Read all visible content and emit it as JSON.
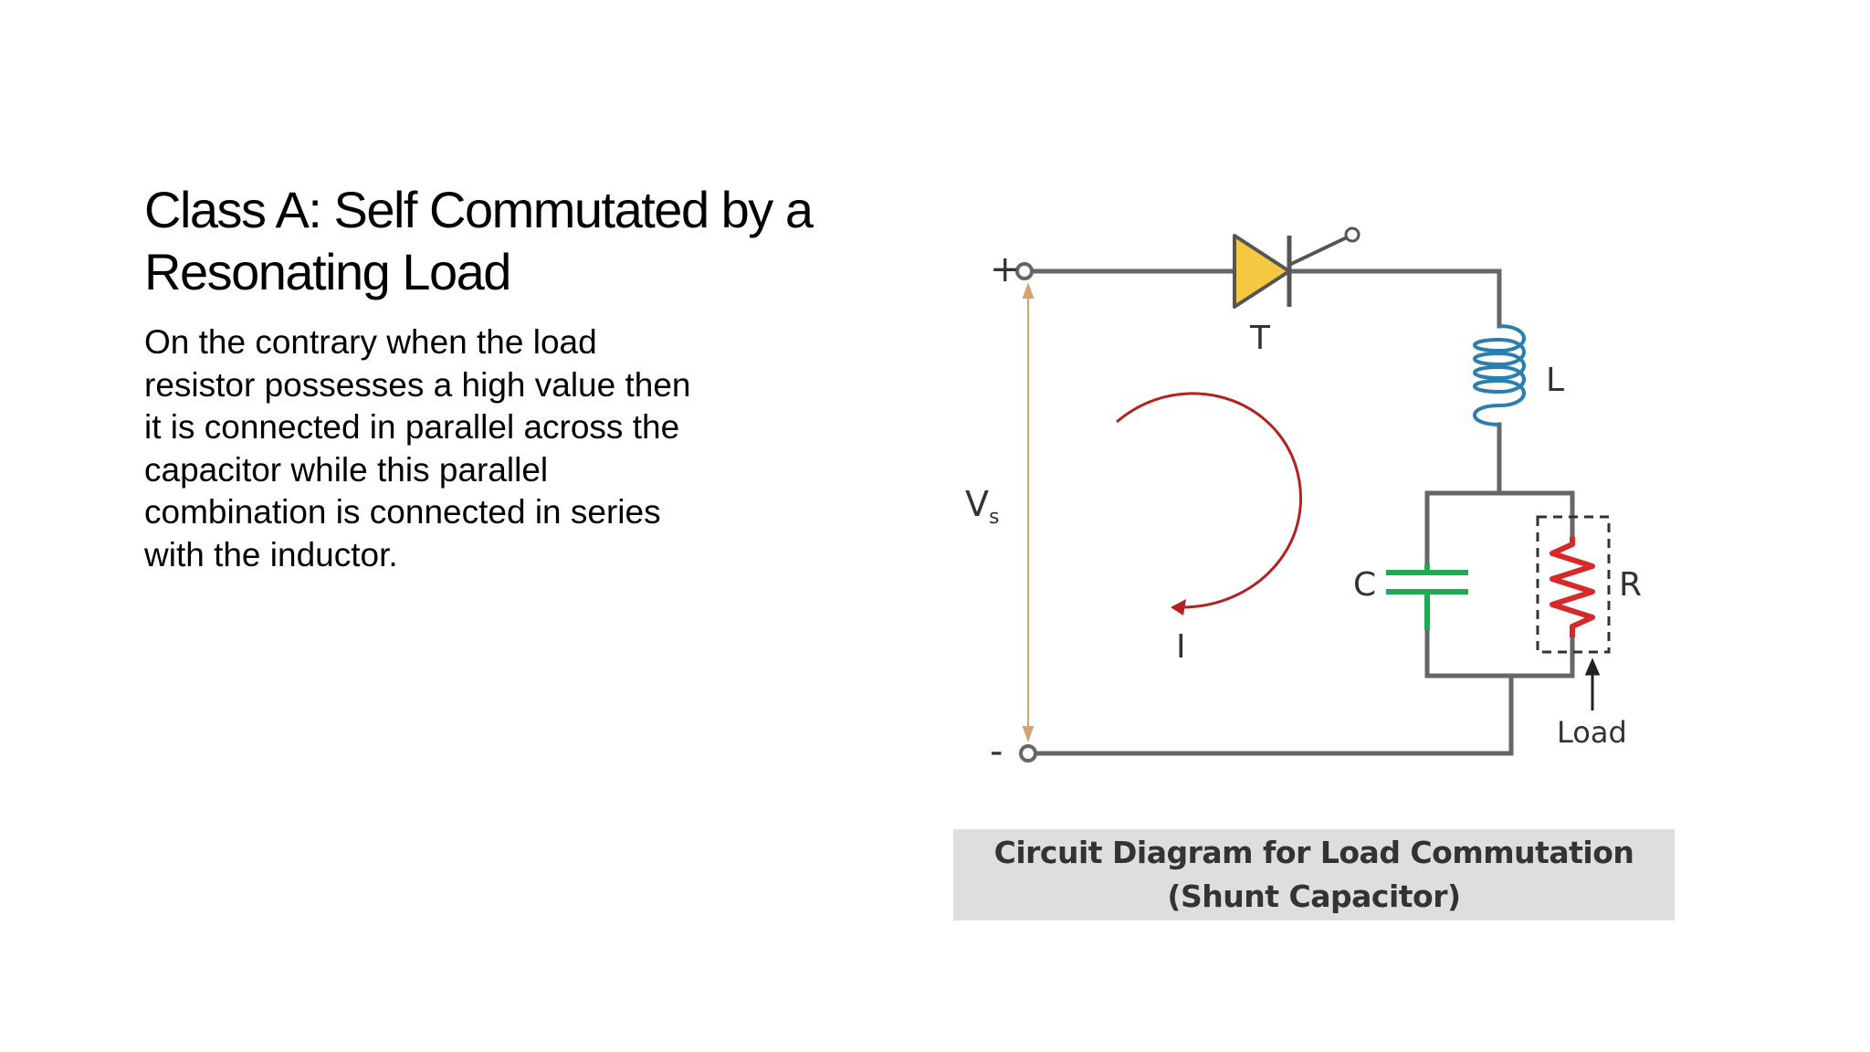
{
  "slide": {
    "title_line1": "Class A: Self Commutated by a",
    "title_line2": "Resonating Load",
    "body_lines": [
      "On the contrary when the load",
      "resistor possesses a high value then",
      "it is connected in parallel across the",
      "capacitor while this parallel",
      "combination is connected in series",
      "with the inductor."
    ]
  },
  "diagram": {
    "labels": {
      "plus": "+",
      "minus": "-",
      "thyristor": "T",
      "inductor": "L",
      "capacitor": "C",
      "resistor": "R",
      "current": "I",
      "source_main": "V",
      "source_sub": "s",
      "load": "Load"
    },
    "caption_line1": "Circuit Diagram for Load Commutation",
    "caption_line2": "(Shunt Capacitor)",
    "colors": {
      "wire": "#666666",
      "thyristor_fill": "#f5c842",
      "inductor": "#2a7fb0",
      "capacitor": "#1faa55",
      "resistor": "#d62a2a",
      "current_arrow": "#b22222",
      "voltage_arrow": "#d4a373",
      "caption_bg": "#dedede"
    }
  }
}
